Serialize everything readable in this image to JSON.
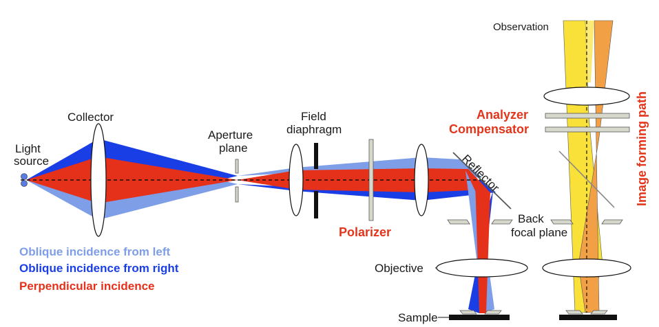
{
  "colors": {
    "light_blue": "#7f9ee8",
    "blue": "#1a3ee6",
    "red": "#e5301a",
    "yellow": "#f9e13a",
    "orange": "#f2a046",
    "accent_text": "#e2351b",
    "filter_gray": "#d7d8cc"
  },
  "labels": {
    "light_source": [
      "Light",
      "source"
    ],
    "collector": "Collector",
    "aperture_plane": [
      "Aperture",
      "plane"
    ],
    "field_diaphragm": [
      "Field",
      "diaphragm"
    ],
    "polarizer": "Polarizer",
    "reflector": "Reflector",
    "back_focal_plane": [
      "Back",
      "focal plane"
    ],
    "objective": "Objective",
    "sample": "Sample",
    "observation": "Observation",
    "analyzer": "Analyzer",
    "compensator": "Compensator",
    "image_forming_path": "Image forming path"
  },
  "legend": [
    {
      "text": "Oblique incidence from left",
      "color": "#7f9ee8"
    },
    {
      "text": "Oblique incidence from right",
      "color": "#1a3ee6"
    },
    {
      "text": "Perpendicular incidence",
      "color": "#e5301a"
    }
  ]
}
